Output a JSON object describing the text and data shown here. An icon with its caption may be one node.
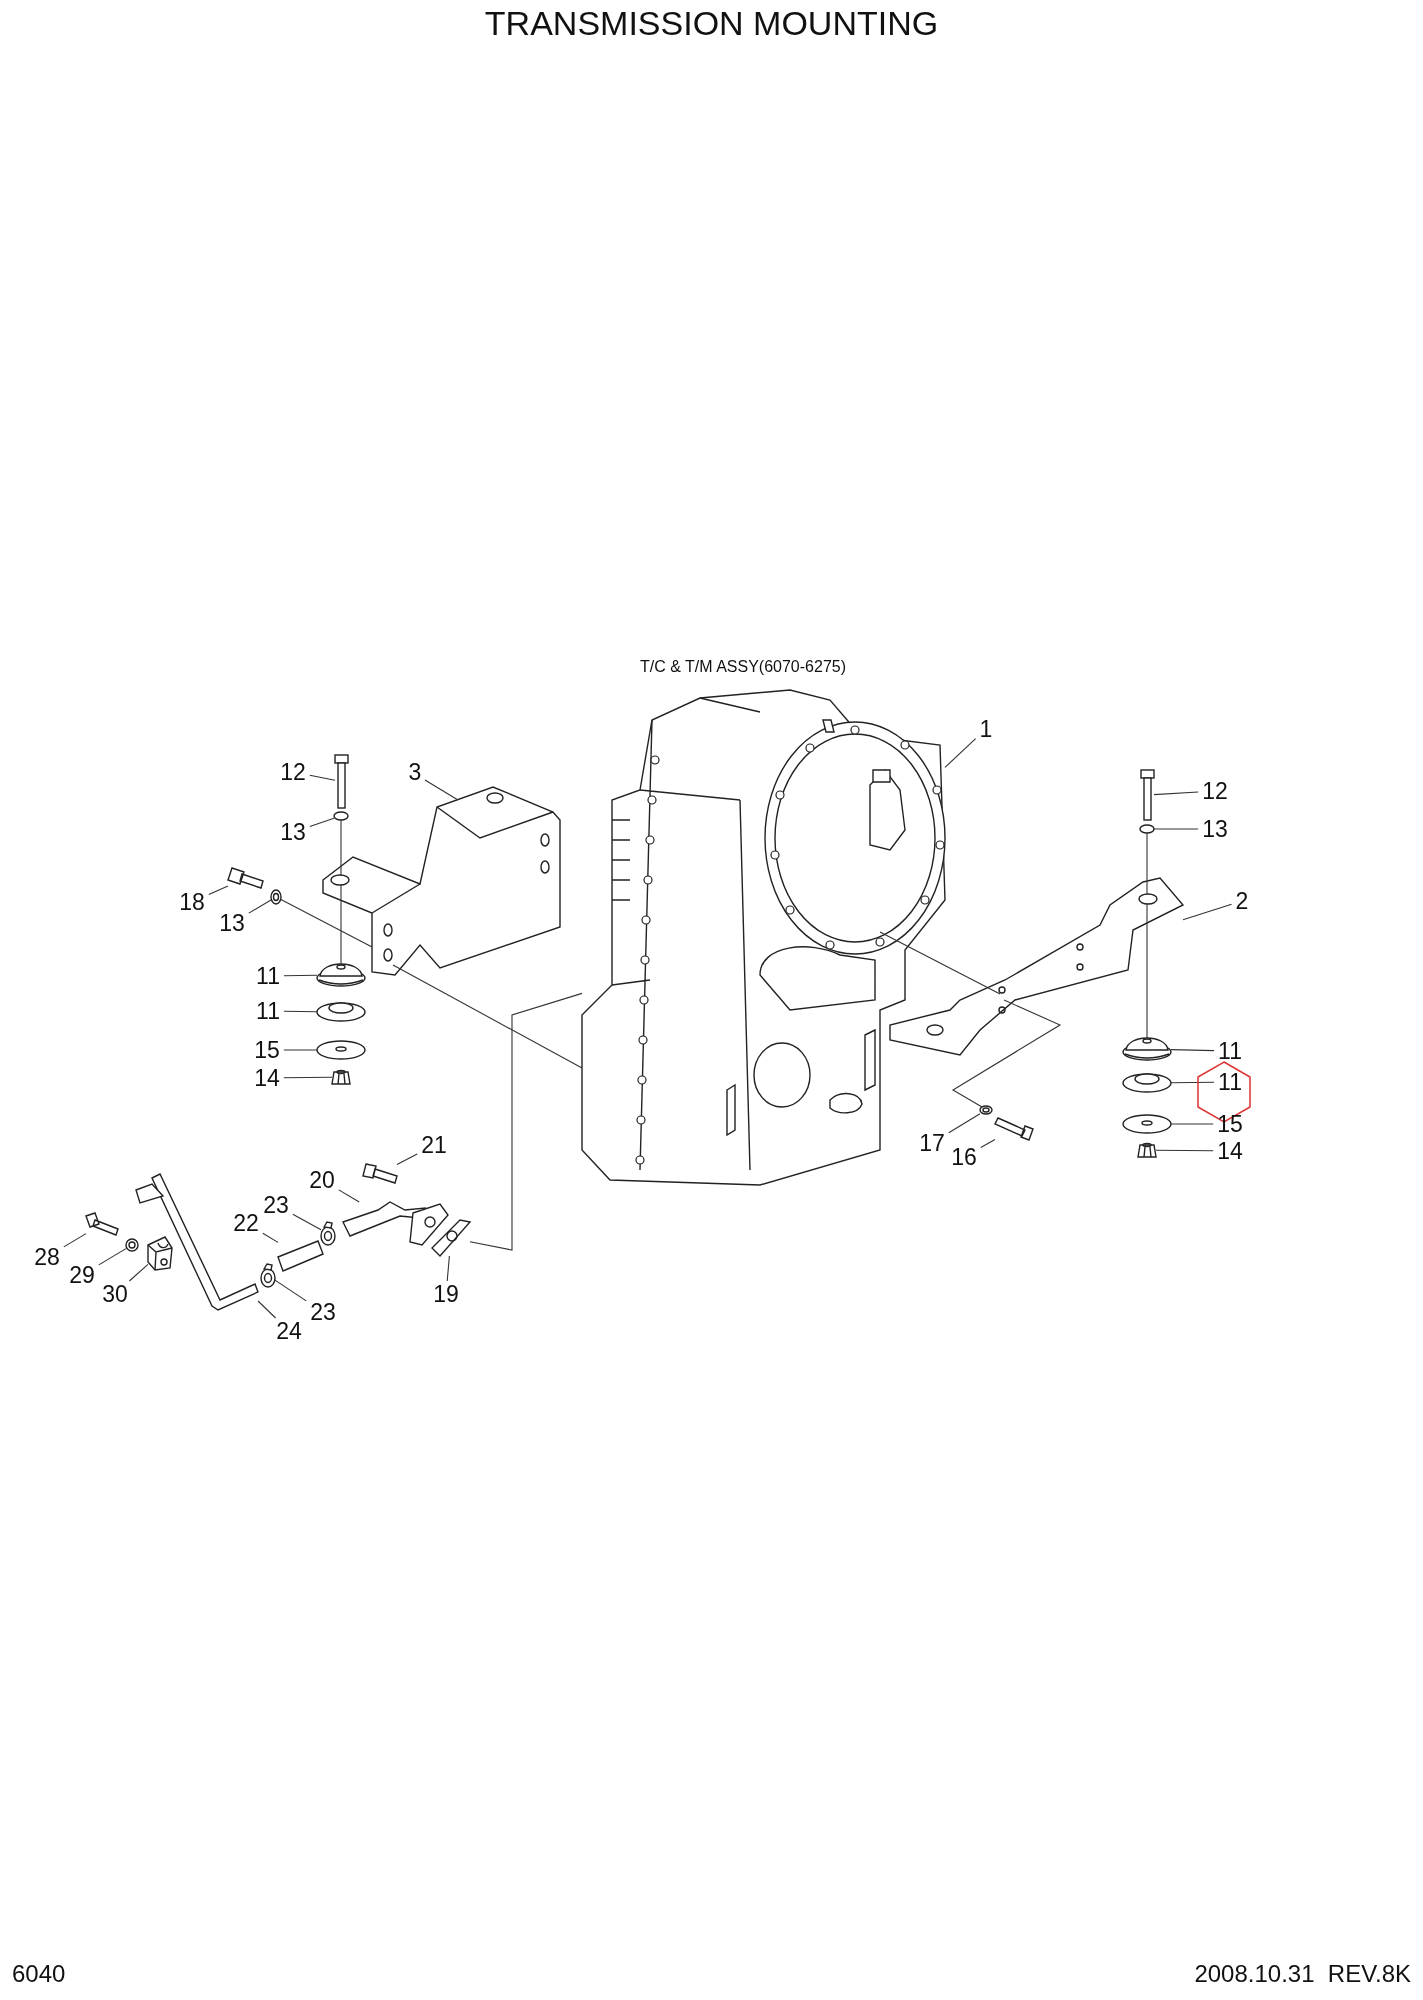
{
  "diagram": {
    "title": "TRANSMISSION MOUNTING",
    "nodes": [
      {
        "text": [
          "1"
        ]
      },
      {
        "text": [
          "12"
        ]
      },
      {
        "text": [
          "3"
        ]
      },
      {
        "text": [
          "12"
        ]
      },
      {
        "text": [
          "13"
        ]
      },
      {
        "text": [
          "13"
        ]
      },
      {
        "text": [
          "2"
        ]
      },
      {
        "text": [
          "18"
        ]
      },
      {
        "text": [
          "13"
        ]
      },
      {
        "text": [
          "11"
        ]
      },
      {
        "text": [
          "11"
        ]
      },
      {
        "text": [
          "15"
        ]
      },
      {
        "text": [
          "11"
        ]
      },
      {
        "text": [
          "14"
        ]
      },
      {
        "text": [
          "11"
        ]
      },
      {
        "text": [
          "15"
        ]
      },
      {
        "text": [
          "17"
        ]
      },
      {
        "text": [
          "21"
        ]
      },
      {
        "text": [
          "14"
        ]
      },
      {
        "text": [
          "16"
        ]
      },
      {
        "text": [
          "20"
        ]
      },
      {
        "text": [
          "23"
        ]
      },
      {
        "text": [
          "22"
        ]
      },
      {
        "text": [
          "28"
        ]
      },
      {
        "text": [
          "29"
        ]
      },
      {
        "text": [
          "19"
        ]
      },
      {
        "text": [
          "30"
        ]
      },
      {
        "text": [
          "23"
        ]
      },
      {
        "text": [
          "24"
        ]
      },
      {
        "text": [],
        "shape": "picture"
      },
      {
        "text": [],
        "shape": "picture"
      },
      {
        "text": [],
        "shape": "picture"
      },
      {
        "text": [],
        "shape": "picture"
      },
      {
        "text": [],
        "shape": "picture"
      },
      {
        "text": [],
        "shape": "picture"
      },
      {
        "text": [],
        "shape": "picture"
      },
      {
        "text": [],
        "shape": "picture"
      },
      {
        "text": [],
        "shape": "picture"
      },
      {
        "text": [],
        "shape": "picture"
      },
      {
        "text": [],
        "shape": "picture"
      },
      {
        "text": [],
        "shape": "picture"
      },
      {
        "text": [],
        "shape": "picture"
      },
      {
        "text": [],
        "shape": "picture"
      },
      {
        "text": [],
        "shape": "picture"
      },
      {
        "text": [],
        "shape": "picture"
      },
      {
        "text": [],
        "shape": "picture"
      },
      {
        "text": [],
        "shape": "picture"
      },
      {
        "text": [],
        "shape": "picture"
      },
      {
        "text": [],
        "shape": "picture"
      },
      {
        "text": [],
        "shape": "picture"
      },
      {
        "text": [],
        "shape": "picture"
      },
      {
        "text": [],
        "shape": "picture"
      },
      {
        "text": [],
        "shape": "picture"
      },
      {
        "text": [],
        "shape": "picture"
      },
      {
        "text": [],
        "shape": "picture"
      },
      {
        "text": [],
        "shape": "picture"
      },
      {
        "text": [],
        "shape": "picture"
      },
      {
        "text": [],
        "shape": "picture"
      }
    ],
    "edges": [
      {
        "from": 0,
        "to": 29,
        "arrow": "none"
      },
      {
        "from": 1,
        "to": 30,
        "arrow": "none"
      },
      {
        "from": 2,
        "to": 31,
        "arrow": "none"
      },
      {
        "from": 3,
        "to": 32,
        "arrow": "none"
      },
      {
        "from": 4,
        "to": 33,
        "arrow": "none"
      },
      {
        "from": 5,
        "to": 34,
        "arrow": "none"
      },
      {
        "from": 6,
        "to": 35,
        "arrow": "none"
      },
      {
        "from": 7,
        "to": 36,
        "arrow": "none"
      },
      {
        "from": 8,
        "to": 37,
        "arrow": "none"
      },
      {
        "from": 9,
        "to": 38,
        "arrow": "none"
      },
      {
        "from": 10,
        "to": 39,
        "arrow": "none"
      },
      {
        "from": 11,
        "to": 40,
        "arrow": "none"
      },
      {
        "from": 12,
        "to": 41,
        "arrow": "none"
      },
      {
        "from": 13,
        "to": 42,
        "arrow": "none"
      },
      {
        "from": 14,
        "to": 43,
        "arrow": "none"
      },
      {
        "from": 15,
        "to": 44,
        "arrow": "none"
      },
      {
        "from": 16,
        "to": 45,
        "arrow": "none"
      },
      {
        "from": 17,
        "to": 46,
        "arrow": "none"
      },
      {
        "from": 18,
        "to": 47,
        "arrow": "none"
      },
      {
        "from": 19,
        "to": 48,
        "arrow": "none"
      },
      {
        "from": 20,
        "to": 49,
        "arrow": "none"
      },
      {
        "from": 21,
        "to": 50,
        "arrow": "none"
      },
      {
        "from": 22,
        "to": 51,
        "arrow": "none"
      },
      {
        "from": 23,
        "to": 52,
        "arrow": "none"
      },
      {
        "from": 24,
        "to": 53,
        "arrow": "none"
      },
      {
        "from": 25,
        "to": 54,
        "arrow": "none"
      },
      {
        "from": 26,
        "to": 55,
        "arrow": "none"
      },
      {
        "from": 27,
        "to": 56,
        "arrow": "none"
      },
      {
        "from": 28,
        "to": 57,
        "arrow": "none"
      },
      {
        "from": 33,
        "to": 31,
        "arrow": "none"
      },
      {
        "from": 31,
        "to": 38,
        "arrow": "none"
      },
      {
        "from": 34,
        "to": 35,
        "arrow": "none"
      },
      {
        "from": 35,
        "to": 41,
        "arrow": "none"
      },
      {
        "from": 37,
        "to": 31,
        "arrow": "none"
      },
      {
        "from": 31,
        "to": 29,
        "arrow": "none"
      },
      {
        "from": 54,
        "to": 29,
        "arrow": "none"
      },
      {
        "from": 29,
        "to": 35,
        "arrow": "none"
      },
      {
        "from": 35,
        "to": 45,
        "arrow": "none"
      }
    ],
    "labels": [
      "T/C & T/M ASSY(6070-6275)",
      "6040",
      "2008.10.31  REV.8K"
    ]
  }
}
